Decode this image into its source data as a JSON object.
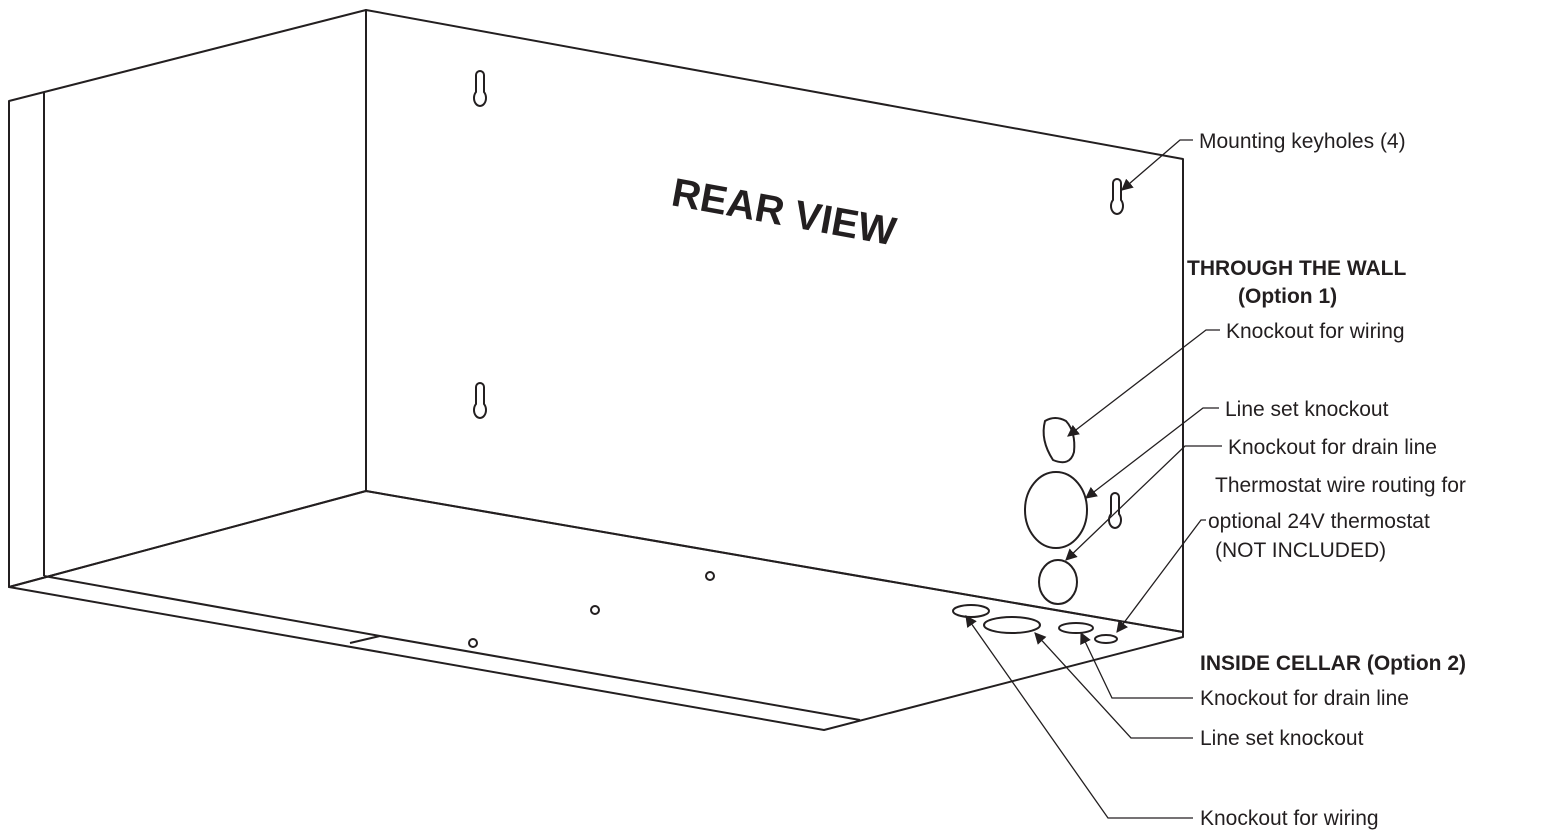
{
  "title": "REAR VIEW",
  "callouts": {
    "mounting_keyholes": "Mounting keyholes (4)",
    "through_wall_heading": "THROUGH THE WALL",
    "through_wall_option": "(Option 1)",
    "tw_knockout_wiring": "Knockout for wiring",
    "tw_line_set": "Line set knockout",
    "tw_drain_line": "Knockout for drain line",
    "thermostat_line1": "Thermostat wire routing for",
    "thermostat_line2": "optional 24V thermostat",
    "thermostat_line3": "(NOT INCLUDED)",
    "inside_cellar_heading": "INSIDE CELLAR",
    "inside_cellar_option": " (Option 2)",
    "ic_drain_line": "Knockout for drain line",
    "ic_line_set": "Line set knockout",
    "ic_knockout_wiring": "Knockout for wiring"
  },
  "colors": {
    "rear_panel": "#e8e8e9",
    "bottom_panel": "#bcbdc0",
    "side_panel": "#ffffff",
    "outline": "#231f20"
  }
}
